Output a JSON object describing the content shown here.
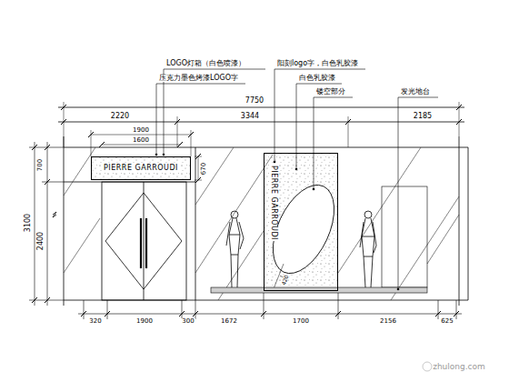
{
  "diagram": {
    "nodes": [
      {
        "text": [
          "PIERRE GARROUDI"
        ]
      },
      {
        "text": [
          "PIERRE GARROUDI"
        ]
      }
    ],
    "labels": [
      "LOGO灯箱（白色喷漆）",
      "压克力墨色烤漆LOGO字",
      "阳刻logo字，白色乳胶漆",
      "白色乳胶漆",
      "镂空部分",
      "发光地台",
      "7750",
      "2220",
      "3344",
      "2185",
      "1900",
      "1600",
      "700",
      "3100",
      "2400",
      "670",
      "420",
      "320",
      "1900",
      "300",
      "1672",
      "1700",
      "2156",
      "625",
      "zhulong.com"
    ]
  }
}
